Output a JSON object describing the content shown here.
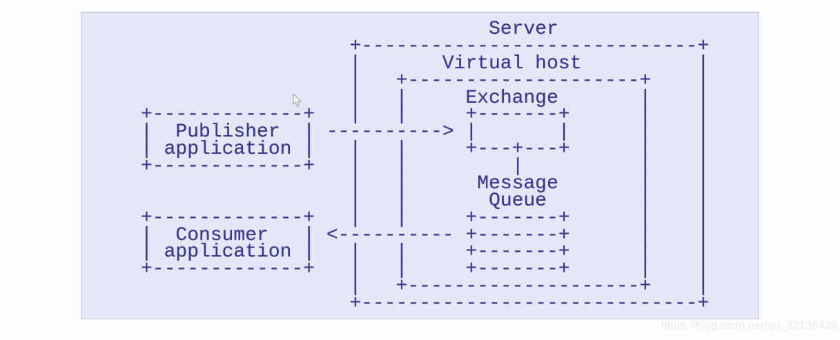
{
  "panel": {
    "diagram_lines": [
      "                              Server",
      "                  +-----------------------------+",
      "                  |       Virtual host          |",
      "                  |   +--------------------+    |",
      "                  |   |     Exchange       |    |",
      "+-------------+   |   |     +-------+      |    |",
      "|  Publisher  | ----------> |       |      |    |",
      "| application |   |   |     +---+---+      |    |",
      "+-------------+   |   |         |          |    |",
      "                  |   |      Message       |    |",
      "                  |   |       Queue        |    |",
      "+-------------+   |   |     +-------+      |    |",
      "|  Consumer   | <---------- +-------+      |    |",
      "| application |   |   |     +-------+      |    |",
      "+-------------+   |   |     +-------+      |    |",
      "                  |   +--------------------+    |",
      "                  +-----------------------------+"
    ],
    "labels": {
      "server": "Server",
      "virtual_host": "Virtual host",
      "exchange": "Exchange",
      "message_queue_line1": "Message",
      "message_queue_line2": "Queue",
      "publisher_line1": "Publisher",
      "publisher_line2": "application",
      "consumer_line1": "Consumer",
      "consumer_line2": "application"
    }
  },
  "watermark": "https://blog.csdn.net/qq_22136439",
  "colors": {
    "page_bg": "#fdfffd",
    "panel_bg": "#e5e7f6",
    "panel_border": "#c9cbd3",
    "diagram_text": "#3a3a8e",
    "watermark_text": "#e9e9ed"
  }
}
